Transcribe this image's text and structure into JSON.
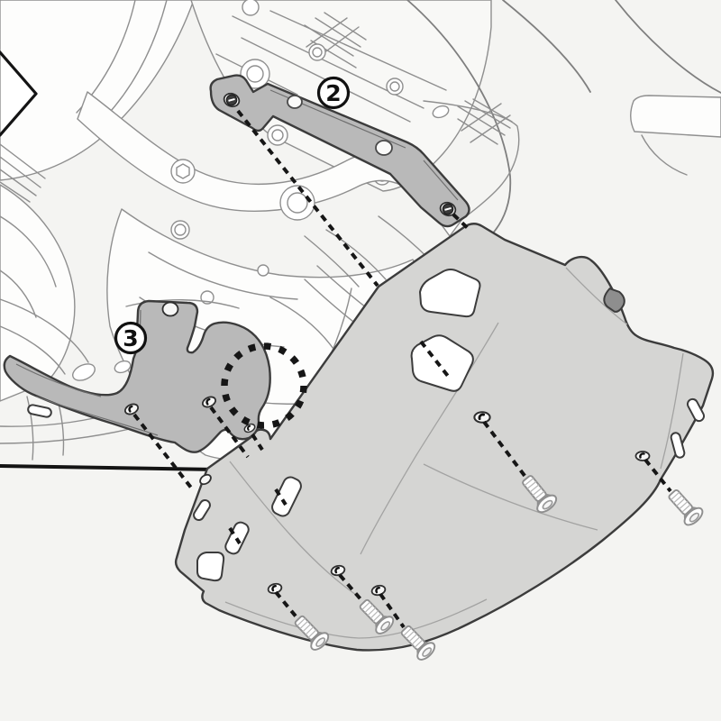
{
  "diagram": {
    "type": "exploded-assembly-instruction",
    "subject": "motorcycle underbody with skid plate and mounting brackets",
    "callouts": [
      {
        "label": "2",
        "target": "rear-mounting-bracket"
      },
      {
        "label": "3",
        "target": "side-mounting-bracket"
      }
    ],
    "parts": {
      "bracket_2": "rear-mounting-bracket",
      "bracket_3": "side-mounting-bracket",
      "skid_plate": "skid-plate",
      "rubber_pad": "rubber-pad",
      "screws": {
        "type": "countersunk-socket-screw",
        "count": 5
      },
      "alignment_marker": "dotted-circle-marker"
    },
    "colors": {
      "background": "#f4f4f2",
      "line_art_stroke": "#8f8f8f",
      "bracket_fill": "#b9b9b9",
      "plate_fill": "#d5d5d3",
      "pad_fill": "#8e8e8e",
      "part_outline": "#3c3c3c",
      "dash_color": "#161616",
      "callout_fill": "#ffffff",
      "callout_stroke": "#111111",
      "callout_text": "#111111"
    }
  }
}
